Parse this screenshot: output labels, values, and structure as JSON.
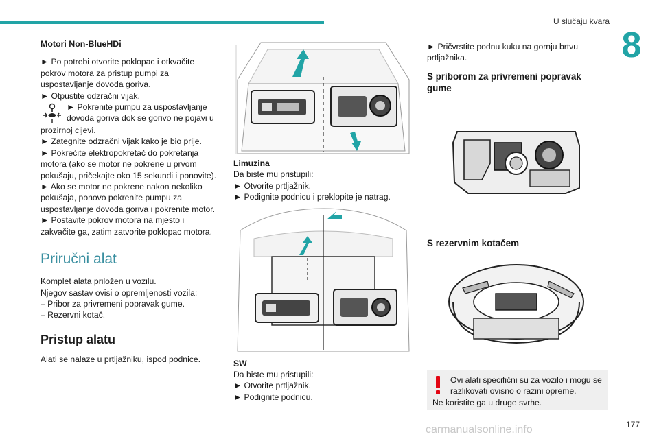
{
  "header": {
    "title": "U slučaju kvara",
    "chapter": "8",
    "page": "177"
  },
  "watermark": "carmanualsonline.info",
  "col1": {
    "heading": "Motori Non-BlueHDi",
    "lines": [
      "► Po potrebi otvorite poklopac i otkvačite",
      "pokrov motora za pristup pumpi za",
      "uspostavljanje dovoda goriva.",
      "► Otpustite odzračni vijak."
    ],
    "icon_lines": [
      "► Pokrenite pumpu za uspostavljanje",
      "dovoda goriva dok se gorivo ne pojavi u"
    ],
    "lines2": [
      "prozirnoj cijevi.",
      "► Zategnite odzračni vijak kako je bio prije.",
      "► Pokrećite elektropokretač do pokretanja",
      "motora (ako se motor ne pokrene u prvom",
      "pokušaju, pričekajte oko 15 sekundi i ponovite).",
      "► Ako se motor ne pokrene nakon nekoliko",
      "pokušaja, ponovo pokrenite pumpu za",
      "uspostavljanje dovoda goriva i pokrenite motor.",
      "► Postavite pokrov motora na mjesto i",
      "zakvačite ga, zatim zatvorite poklopac motora."
    ],
    "section_title": "Priručni alat",
    "section_lines": [
      "Komplet alata priložen u vozilu.",
      "Njegov sastav ovisi o opremljenosti vozila:",
      "–  Pribor za privremeni popravak gume.",
      "–  Rezervni kotač."
    ],
    "sub_title": "Pristup alatu",
    "sub_line": "Alati se nalaze u prtljažniku, ispod podnice."
  },
  "col2": {
    "cap1_title": "Limuzina",
    "cap1_lines": [
      "Da biste mu pristupili:",
      "► Otvorite prtljažnik.",
      "► Podignite podnicu i preklopite je natrag."
    ],
    "cap2_title": "SW",
    "cap2_lines": [
      "Da biste mu pristupili:",
      "► Otvorite prtljažnik.",
      "► Podignite podnicu."
    ]
  },
  "col3": {
    "lines": [
      "► Pričvrstite podnu kuku na gornju brtvu",
      "prtljažnika."
    ],
    "h1": "S priborom za privremeni popravak gume",
    "h2": "S rezervnim kotačem",
    "warn_lines": [
      "Ovi alati specifični su za vozilo i mogu se",
      "razlikovati ovisno o razini opreme."
    ],
    "warn_last": "Ne koristite ga u druge svrhe."
  },
  "colors": {
    "accent": "#21a4a6",
    "warning": "#e30613",
    "panel": "#efefef"
  },
  "icons": [
    "fuel-pump-icon",
    "warning-icon"
  ]
}
